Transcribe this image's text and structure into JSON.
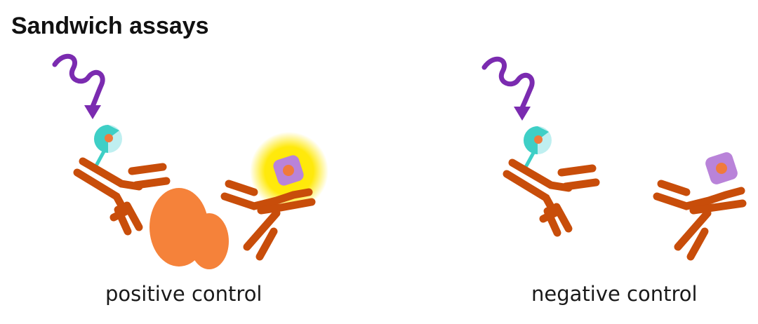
{
  "title": "Sandwich assays",
  "panels": [
    {
      "caption": "positive control"
    },
    {
      "caption": "negative control"
    }
  ],
  "colors": {
    "antibody": "#c84d0a",
    "antigen": "#f5823a",
    "light_wave": "#7b2bb0",
    "donor_bead_dark": "#3ecfc6",
    "donor_bead_light": "#bfeff0",
    "acceptor_bead": "#b983d9",
    "bead_core": "#f07a3c",
    "glow": "#ffe800"
  }
}
